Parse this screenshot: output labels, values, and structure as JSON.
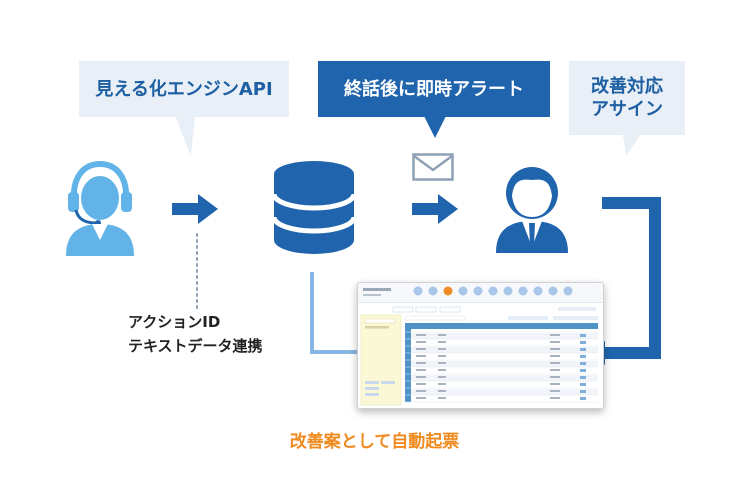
{
  "bubbles": {
    "visualization_api": "見える化エンジンAPI",
    "alert_after_call": "終話後に即時アラート",
    "assign_line1": "改善対応",
    "assign_line2": "アサイン"
  },
  "captions": {
    "action_id_line1": "アクションID",
    "action_id_line2": "テキストデータ連携",
    "auto_ticket": "改善案として自動起票"
  },
  "colors": {
    "primary_blue": "#1f64ad",
    "light_blue": "#86b8e3",
    "bubble_bg": "#e9eff6",
    "orange": "#ef8a1f"
  },
  "icons": {
    "operator": "headset-operator-icon",
    "database": "database-icon",
    "mail": "mail-icon",
    "manager": "businessman-icon"
  }
}
